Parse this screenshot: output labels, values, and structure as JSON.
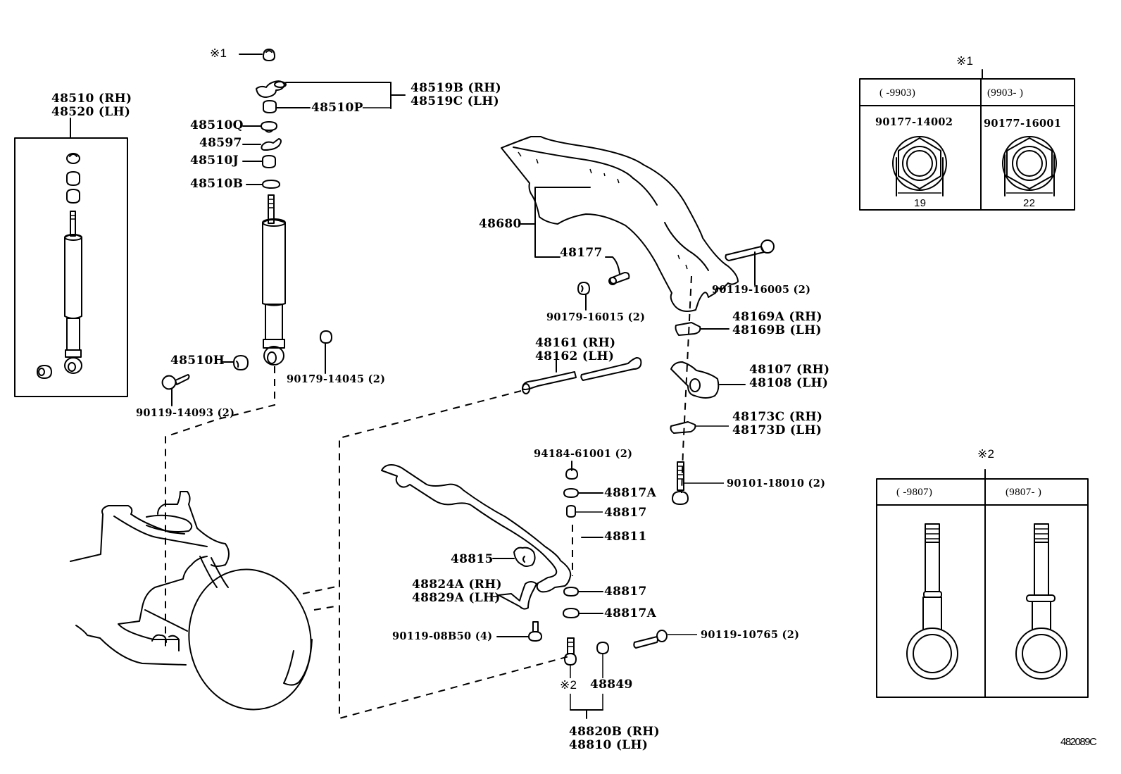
{
  "diagram": {
    "figure_code": "482089C",
    "callouts": {
      "nut_ref": "※1",
      "box1_ref": "※1",
      "box2_ref": "※2",
      "link_ref": "※2"
    },
    "shock_assembly": {
      "rh": "48510 (RH)",
      "lh": "48520 (LH)"
    },
    "parts": {
      "p48519": {
        "rh": "48519B (RH)",
        "lh": "48519C (LH)"
      },
      "p48510P": "48510P",
      "p48510Q": "48510Q",
      "p48597": "48597",
      "p48510J": "48510J",
      "p48510B": "48510B",
      "p48510H": "48510H",
      "p90119_14093": "90119-14093 (2)",
      "p90179_14045": "90179-14045 (2)",
      "p48680": "48680",
      "p48177": "48177",
      "p90119_16005": "90119-16005 (2)",
      "p90179_16015": "90179-16015 (2)",
      "p48169": {
        "rh": "48169A (RH)",
        "lh": "48169B (LH)"
      },
      "p48161": {
        "rh": "48161 (RH)",
        "lh": "48162 (LH)"
      },
      "p48107": {
        "rh": "48107 (RH)",
        "lh": "48108 (LH)"
      },
      "p48173": {
        "rh": "48173C (RH)",
        "lh": "48173D (LH)"
      },
      "p94184_61001": "94184-61001 (2)",
      "p90101_18010": "90101-18010 (2)",
      "p48817A_top": "48817A",
      "p48817_top": "48817",
      "p48811": "48811",
      "p48815": "48815",
      "p48824": {
        "rh": "48824A (RH)",
        "lh": "48829A (LH)"
      },
      "p48817_bot": "48817",
      "p48817A_bot": "48817A",
      "p90119_08B50": "90119-08B50 (4)",
      "p90119_10765": "90119-10765 (2)",
      "p48849": "48849",
      "p48820": {
        "rh": "48820B (RH)",
        "lh": "48810 (LH)"
      }
    },
    "variant_table_1": {
      "columns": [
        {
          "range": "(      -9903)",
          "part_no": "90177-14002",
          "dimension": "19"
        },
        {
          "range": "(9903-      )",
          "part_no": "90177-16001",
          "dimension": "22"
        }
      ]
    },
    "variant_table_2": {
      "columns": [
        {
          "range": "(      -9807)"
        },
        {
          "range": "(9807-      )"
        }
      ]
    }
  }
}
